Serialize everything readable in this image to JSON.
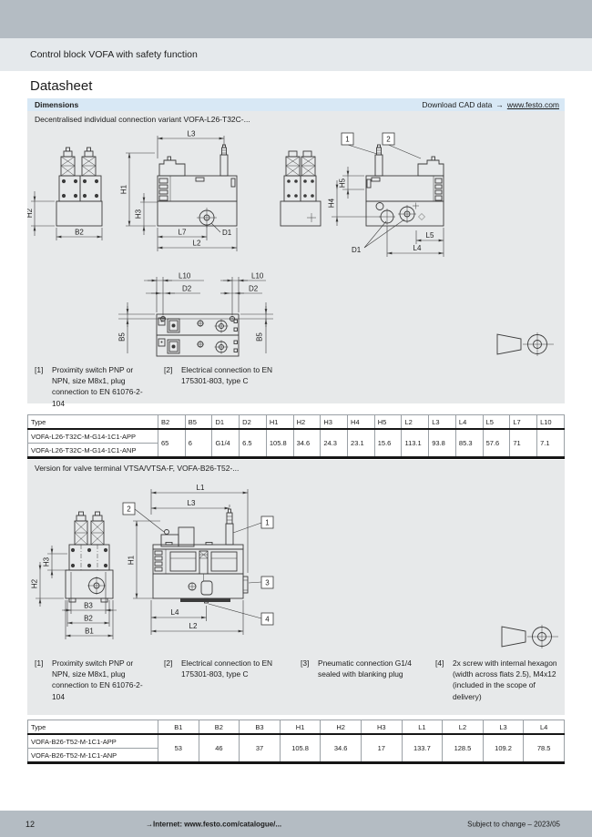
{
  "header": {
    "title": "Control block VOFA with safety function"
  },
  "page": {
    "heading": "Datasheet"
  },
  "dimensions_bar": {
    "label": "Dimensions",
    "download": "Download CAD data",
    "arrow": "→",
    "link": "www.festo.com"
  },
  "labels": {
    "B1": "B1",
    "B2": "B2",
    "B3": "B3",
    "B5": "B5",
    "H1": "H1",
    "H2": "H2",
    "H3": "H3",
    "H4": "H4",
    "H5": "H5",
    "L1": "L1",
    "L2": "L2",
    "L3": "L3",
    "L4": "L4",
    "L5": "L5",
    "L7": "L7",
    "L10": "L10",
    "D1": "D1",
    "D2": "D2",
    "c1": "1",
    "c2": "2",
    "c3": "3",
    "c4": "4"
  },
  "section1": {
    "subtitle": "Decentralised individual connection variant VOFA-L26-T32C-...",
    "notes": [
      {
        "ref": "[1]",
        "text": "Proximity switch PNP or NPN, size M8x1, plug connection to EN 61076-2-104"
      },
      {
        "ref": "[2]",
        "text": "Electrical connection to EN 175301-803, type C"
      }
    ],
    "table": {
      "headers": [
        "Type",
        "B2",
        "B5",
        "D1",
        "D2",
        "H1",
        "H2",
        "H3",
        "H4",
        "H5",
        "L2",
        "L3",
        "L4",
        "L5",
        "L7",
        "L10"
      ],
      "types": [
        "VOFA-L26-T32C-M-G14-1C1-APP",
        "VOFA-L26-T32C-M-G14-1C1-ANP"
      ],
      "values": [
        "65",
        "6",
        "G1/4",
        "6.5",
        "105.8",
        "34.6",
        "24.3",
        "23.1",
        "15.6",
        "113.1",
        "93.8",
        "85.3",
        "57.6",
        "71",
        "7.1"
      ]
    }
  },
  "section2": {
    "subtitle": "Version for valve terminal VTSA/VTSA-F, VOFA-B26-T52-...",
    "notes": [
      {
        "ref": "[1]",
        "text": "Proximity switch PNP or NPN, size M8x1, plug connection to EN 61076-2-104"
      },
      {
        "ref": "[2]",
        "text": "Electrical connection to EN 175301-803, type C"
      },
      {
        "ref": "[3]",
        "text": "Pneumatic connection G1/4 sealed with blanking plug"
      },
      {
        "ref": "[4]",
        "text": "2x screw with internal hexagon (width across flats 2.5), M4x12 (included in the scope of delivery)"
      }
    ],
    "table": {
      "headers": [
        "Type",
        "B1",
        "B2",
        "B3",
        "H1",
        "H2",
        "H3",
        "L1",
        "L2",
        "L3",
        "L4"
      ],
      "types": [
        "VOFA-B26-T52-M-1C1-APP",
        "VOFA-B26-T52-M-1C1-ANP"
      ],
      "values": [
        "53",
        "46",
        "37",
        "105.8",
        "34.6",
        "17",
        "133.7",
        "128.5",
        "109.2",
        "78.5"
      ]
    }
  },
  "footer": {
    "page_number": "12",
    "internet": "→Internet: www.festo.com/catalogue/...",
    "notice": "Subject to change – 2023/05"
  }
}
